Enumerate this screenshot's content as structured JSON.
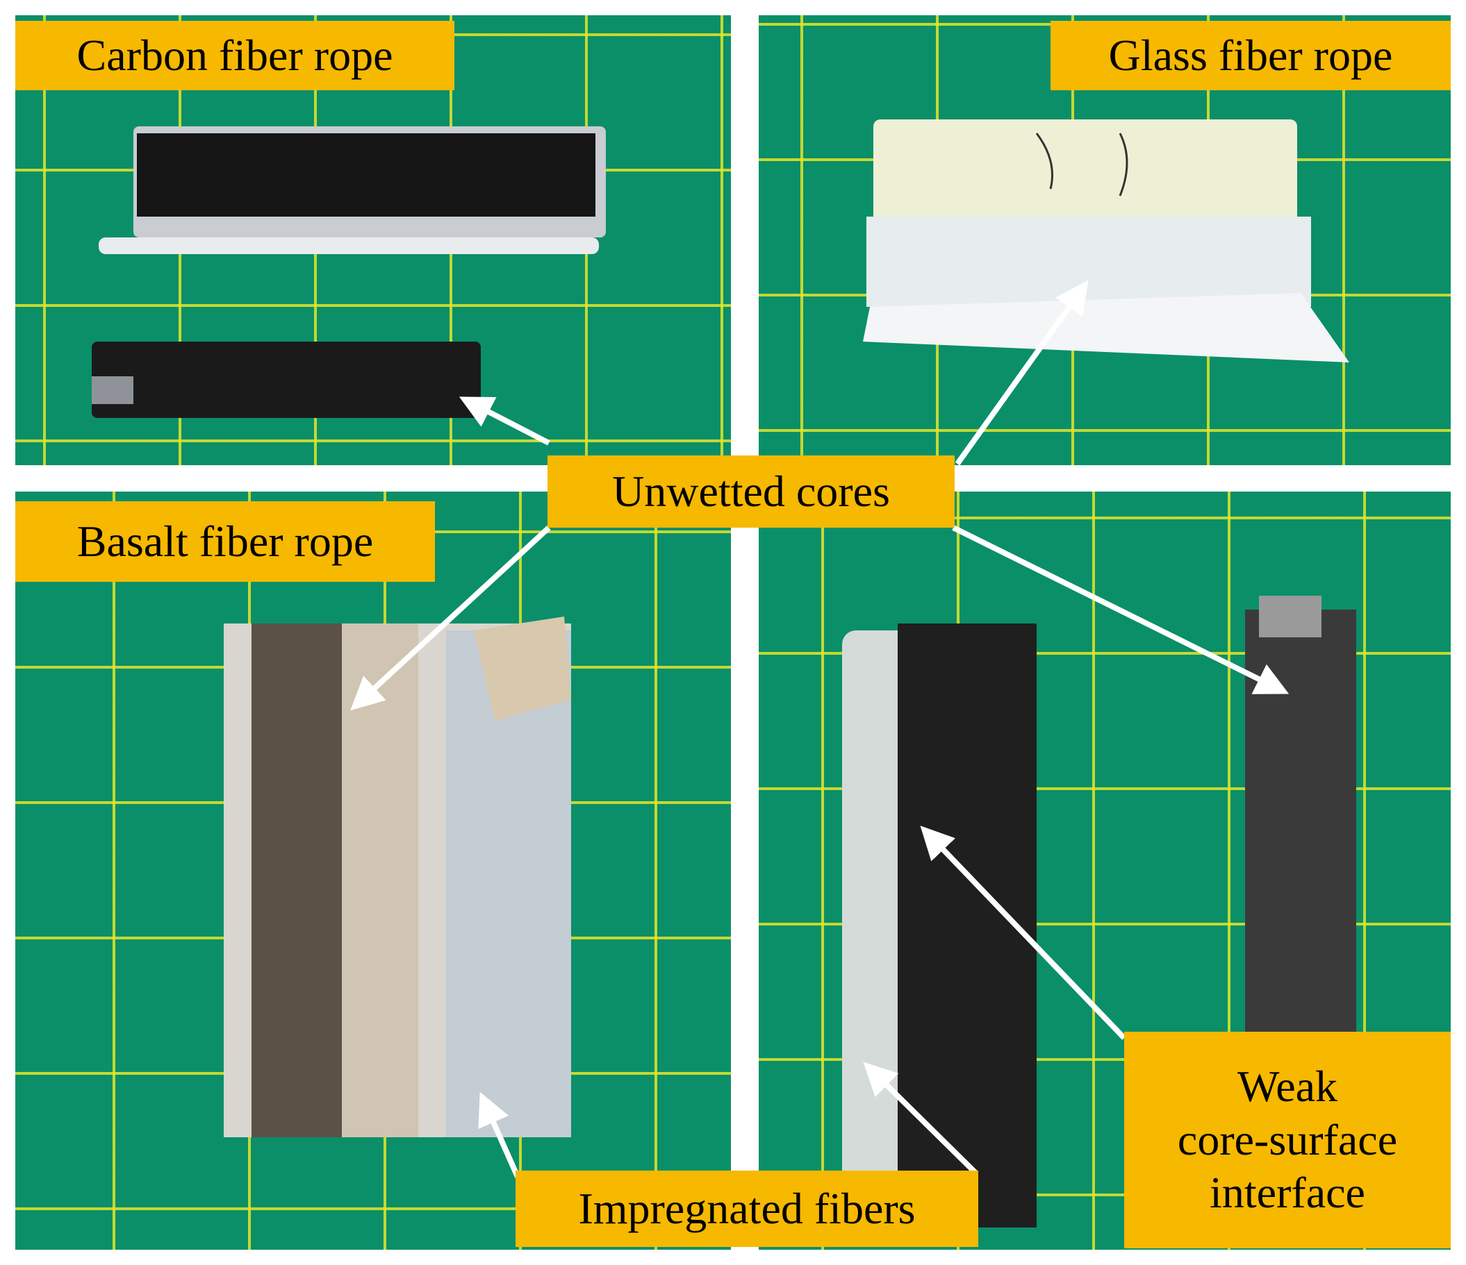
{
  "labels": {
    "carbon": "Carbon fiber rope",
    "glass": "Glass fiber rope",
    "basalt": "Basalt fiber rope",
    "unwetted": "Unwetted cores",
    "impregnated": "Impregnated fibers",
    "weak_line1": "Weak",
    "weak_line2": "core-surface",
    "weak_line3": "interface"
  },
  "colors": {
    "mat": "#0a8f69",
    "grid": "#e6e628",
    "label": "#f7b800",
    "arrow": "#ffffff"
  }
}
